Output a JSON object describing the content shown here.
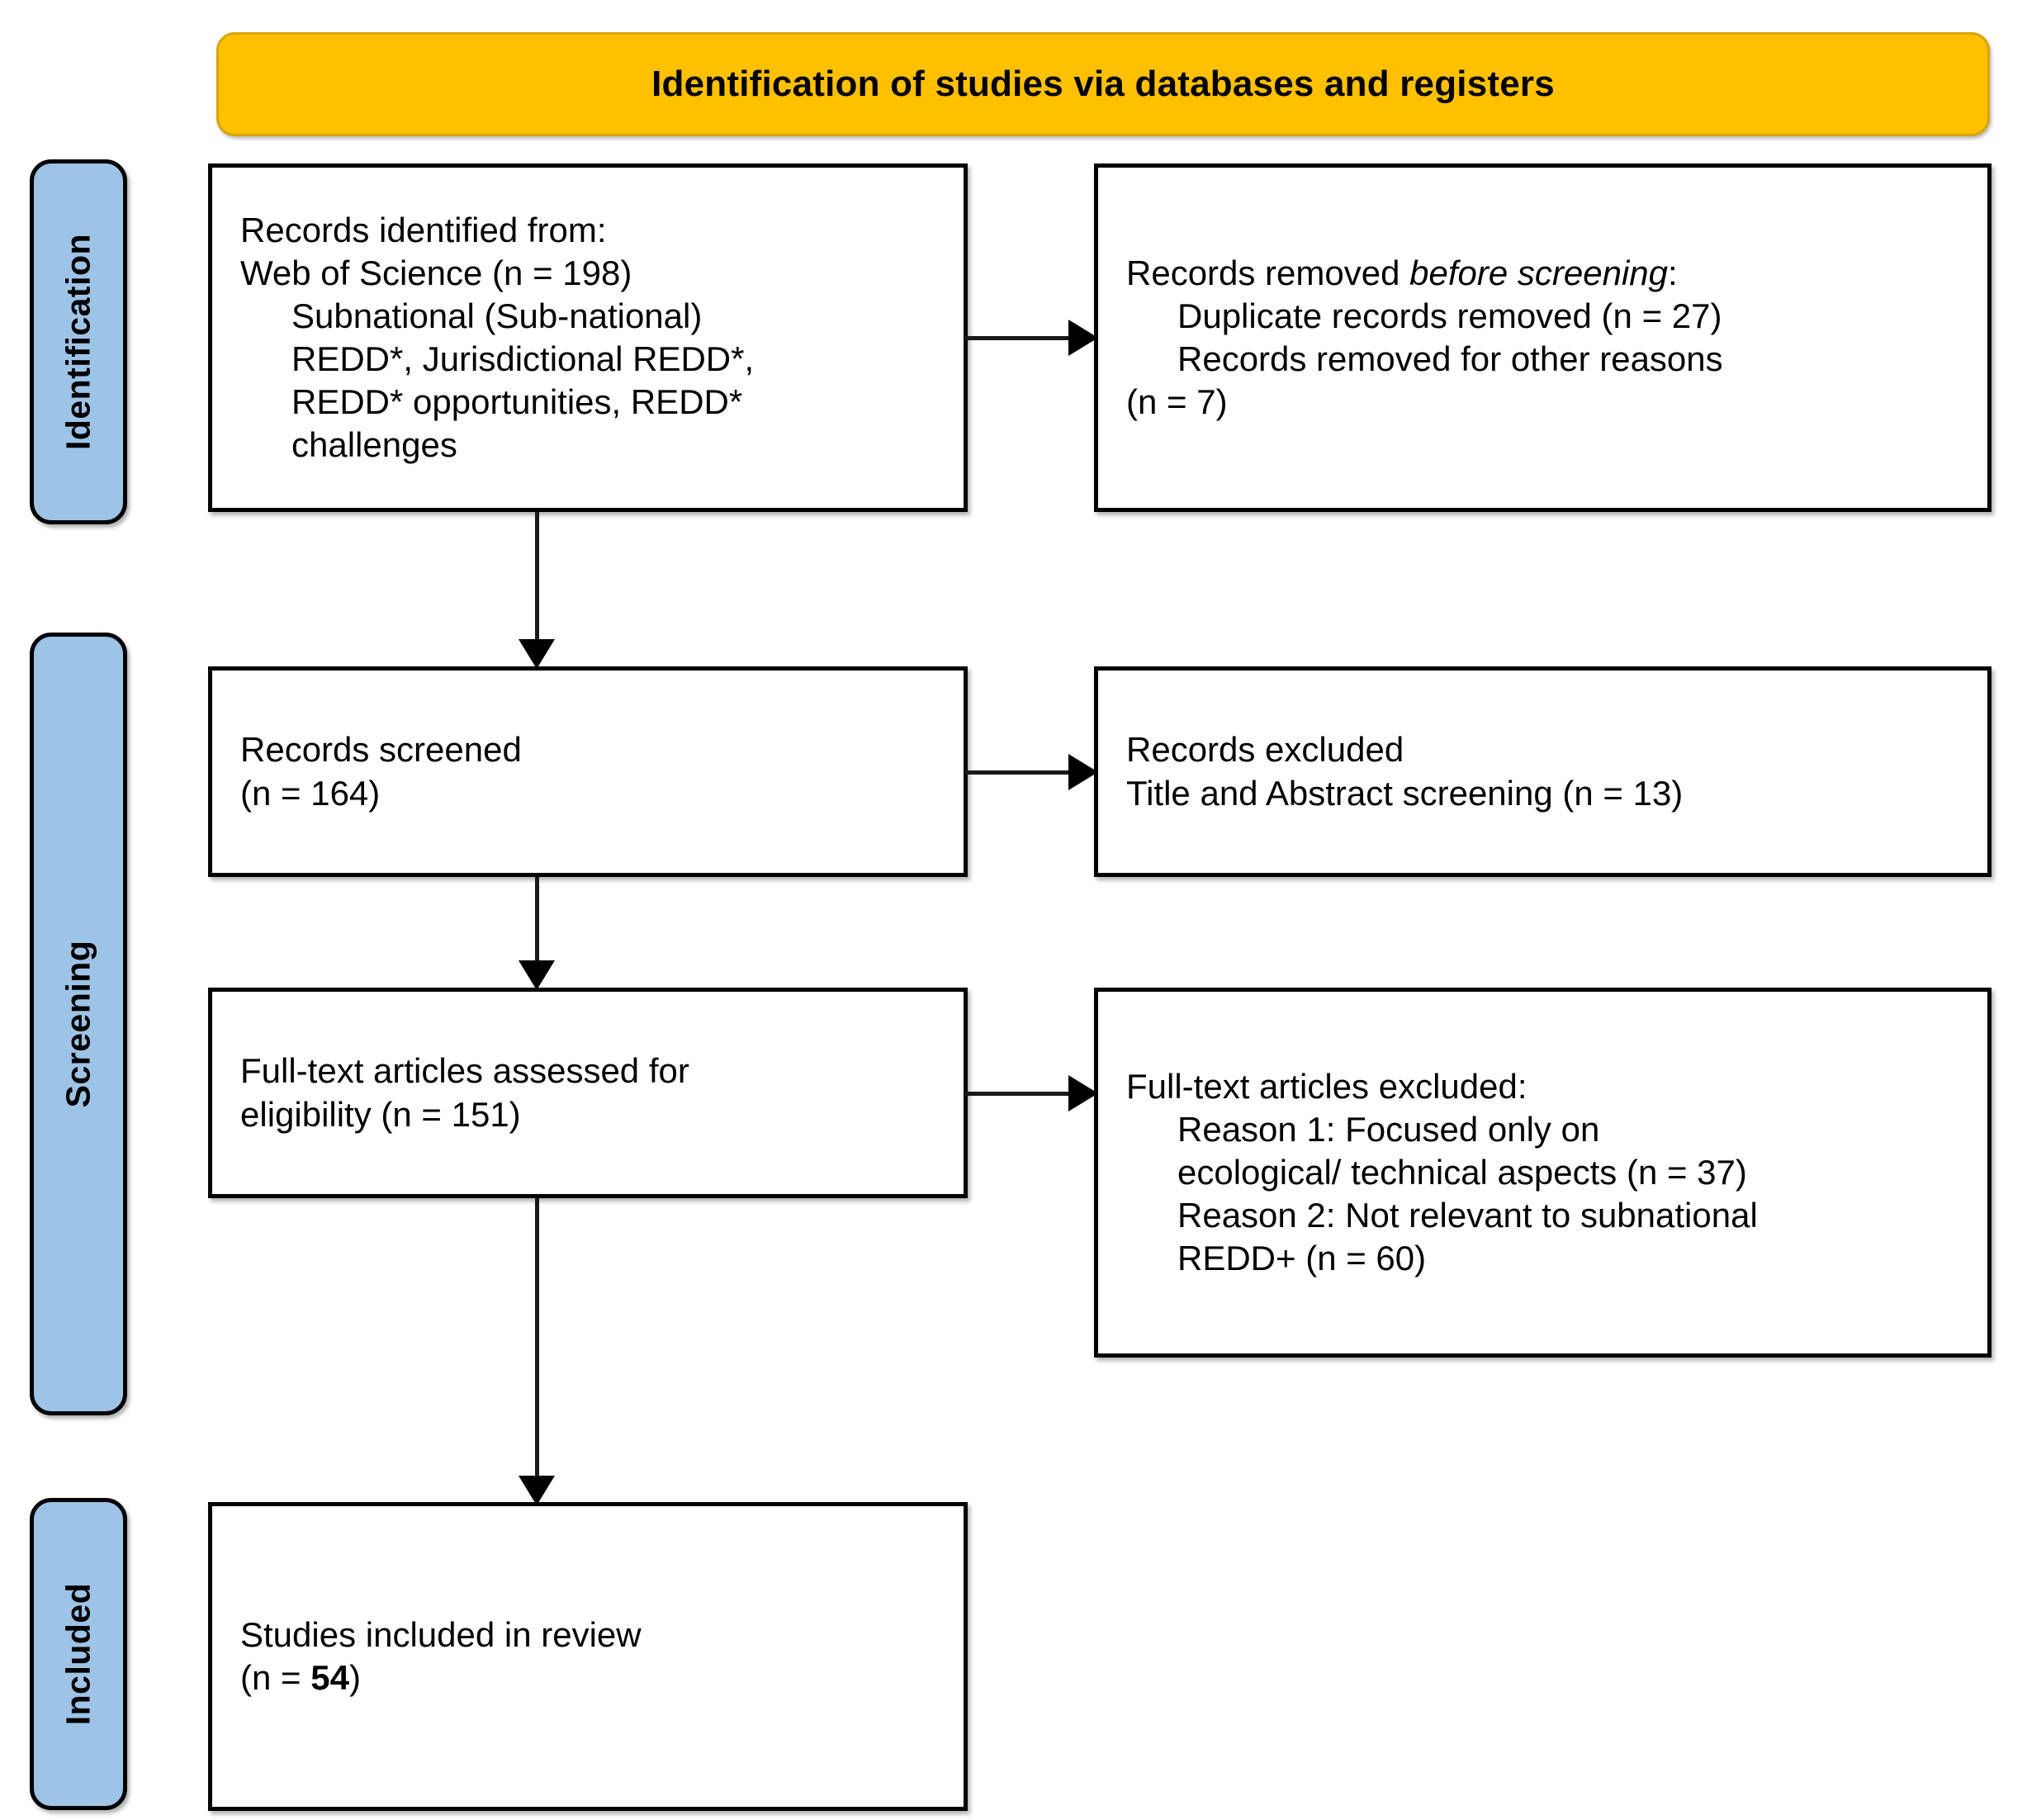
{
  "banner": {
    "title": "Identification of studies via databases and registers"
  },
  "stages": [
    {
      "key": "identification",
      "label": "Identification"
    },
    {
      "key": "screening",
      "label": "Screening"
    },
    {
      "key": "included",
      "label": "Included"
    }
  ],
  "boxes": {
    "identified": {
      "line1": "Records identified from:",
      "line2": "Web of Science (n = 198)",
      "line3": "Subnational (Sub-national)",
      "line4": "REDD*, Jurisdictional REDD*,",
      "line5": "REDD* opportunities, REDD*",
      "line6": "challenges"
    },
    "removed": {
      "line1_prefix": "Records removed ",
      "line1_italic": "before screening",
      "line1_suffix": ":",
      "line2": "Duplicate records removed (n = 27)",
      "line3": "Records removed for other reasons",
      "line4": "(n = 7)"
    },
    "screened": {
      "line1": "Records screened",
      "line2": "(n = 164)"
    },
    "excluded": {
      "line1": "Records excluded",
      "line2": "Title and Abstract screening (n = 13)"
    },
    "fulltext": {
      "line1": "Full-text articles assessed for",
      "line2": "eligibility (n = 151)"
    },
    "ft_excluded": {
      "line1": "Full-text articles excluded:",
      "line2": "Reason 1: Focused only on",
      "line3": "ecological/ technical aspects (n = 37)",
      "line4": "Reason 2: Not relevant to subnational",
      "line5": "REDD+ (n = 60)"
    },
    "included": {
      "line1": "Studies included in review",
      "line2_prefix": "(n = ",
      "line2_bold": "54",
      "line2_suffix": ")"
    }
  },
  "colors": {
    "banner_fill": "#FFC000",
    "banner_border": "#D9A400",
    "stage_fill": "#9DC3E6",
    "box_border": "#000000",
    "box_fill": "#FFFFFF",
    "arrow": "#000000"
  }
}
